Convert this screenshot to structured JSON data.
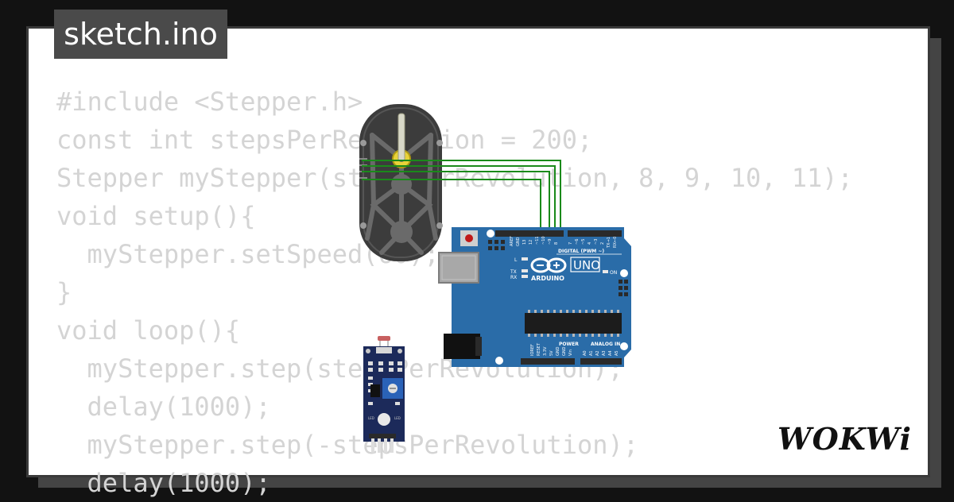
{
  "file_tab": {
    "label": "sketch.ino"
  },
  "code_lines": [
    "#include <Stepper.h>",
    "const int stepsPerRevolution = 200;",
    "Stepper myStepper(stepsPerRevolution, 8, 9, 10, 11);",
    "void setup(){",
    "  myStepper.setSpeed(60);",
    "}",
    "void loop(){",
    "  myStepper.step(stepsPerRevolution);",
    "  delay(1000);",
    "  myStepper.step(-stepsPerRevolution);",
    "  delay(1000);"
  ],
  "board": {
    "brand": "ARDUINO",
    "model": "UNO",
    "digital_label": "DIGITAL (PWM ~)",
    "power_label": "POWER",
    "analog_label": "ANALOG IN",
    "on_label": "ON",
    "l_label": "L",
    "tx_label": "TX",
    "rx_label": "RX"
  },
  "logo": {
    "text": "WOKWi"
  },
  "colors": {
    "board": "#2a6ca8",
    "wire": "#1a8a1a",
    "motor": "#3c3c3c",
    "sensor_board": "#1c2a5a",
    "code_text": "#d4d4d4",
    "card_border": "#3a3a3a",
    "background": "#121212"
  }
}
